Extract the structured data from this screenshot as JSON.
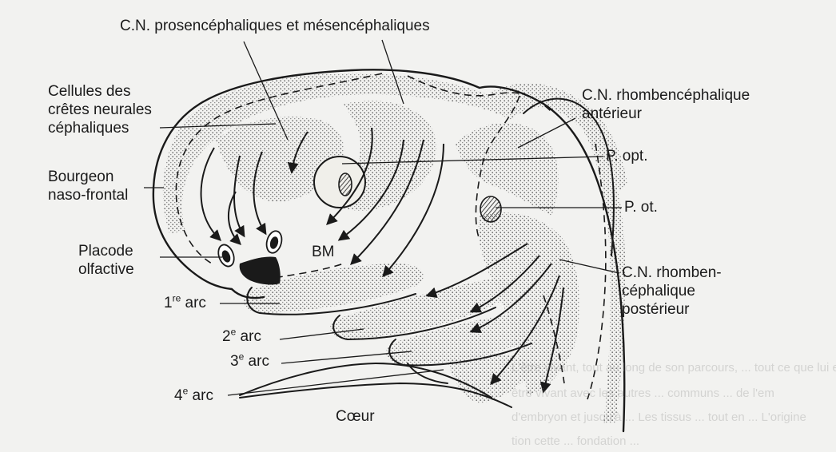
{
  "labels": {
    "cn_pros_mes": "C.N. prosencéphaliques et mésencéphaliques",
    "cellules_l1": "Cellules des",
    "cellules_l2": "crêtes neurales",
    "cellules_l3": "céphaliques",
    "bourgeon_l1": "Bourgeon",
    "bourgeon_l2": "naso-frontal",
    "placode_l1": "Placode",
    "placode_l2": "olfactive",
    "arc1_num": "1",
    "arc1_sup": "re",
    "arc1_word": " arc",
    "arc2_num": "2",
    "arc2_sup": "e",
    "arc2_word": " arc",
    "arc3_num": "3",
    "arc3_sup": "e",
    "arc3_word": " arc",
    "arc4_num": "4",
    "arc4_sup": "e",
    "arc4_word": " arc",
    "coeur": "Cœur",
    "bm": "BM",
    "cn_rhomb_ant_l1": "C.N. rhombencéphalique",
    "cn_rhomb_ant_l2": "antérieur",
    "p_opt": "P. opt.",
    "p_ot": "P. ot.",
    "cn_rhomb_post_l1": "C.N. rhomben-",
    "cn_rhomb_post_l2": "céphalique",
    "cn_rhomb_post_l3": "postérieur"
  },
  "bleed_through": {
    "line1": "L'être vivant, tout au long de son parcours, ... tout ce que lui en",
    "line2": "être vivant avec les autres ... communs ... de l'em",
    "line3": "d'embryon et jusqu'à ... Les tissus ... tout en ... L'origine",
    "line4": "tion cette ... fondation ..."
  },
  "colors": {
    "background": "#f2f2f0",
    "line": "#1a1a1a",
    "stipple": "#707070",
    "text": "#1b1b1b"
  }
}
